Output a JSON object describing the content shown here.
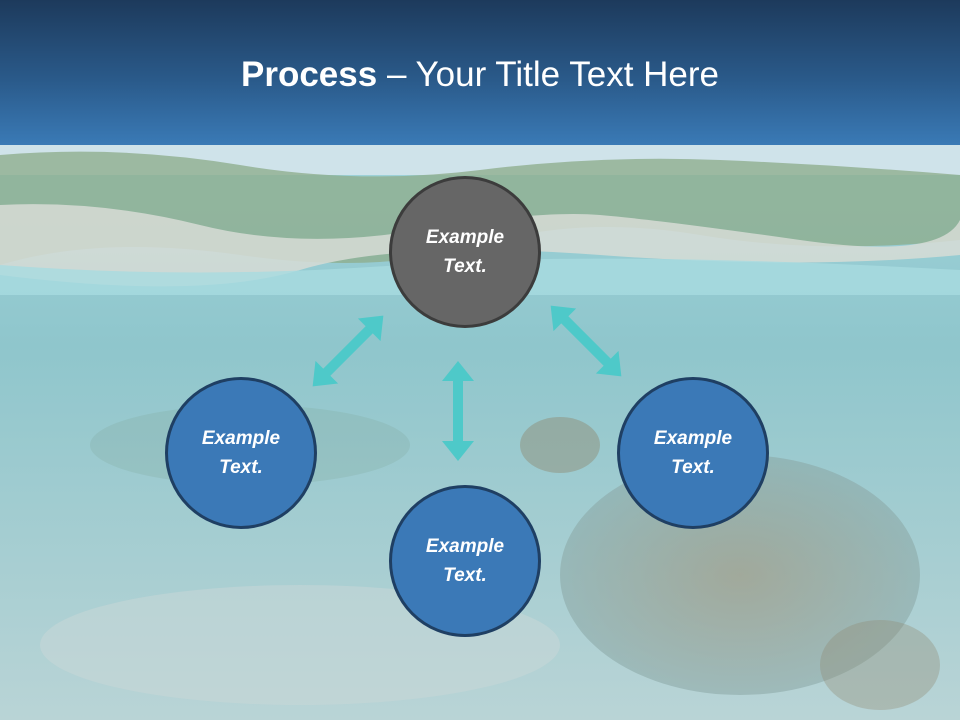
{
  "slide": {
    "title_bold": "Process",
    "title_rest": " – Your Title Text Here"
  },
  "nodes": {
    "center": "Example\nText.",
    "left": "Example\nText.",
    "right": "Example\nText.",
    "bottom": "Example\nText."
  },
  "colors": {
    "header_top": "#1d3a5c",
    "header_bottom": "#3a7ab6",
    "center_node": "#666666",
    "blue_node": "#3b79b7",
    "arrow": "#4ec9c9"
  }
}
